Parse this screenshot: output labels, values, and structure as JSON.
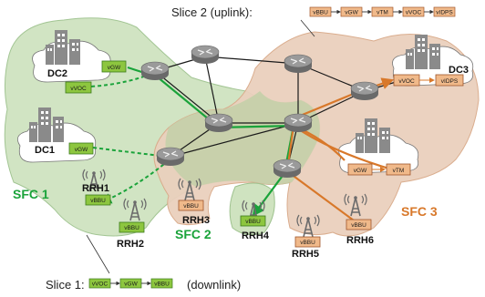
{
  "slice2": {
    "prefix": "Slice 2 (uplink):",
    "chain": [
      "vBBU",
      "vGW",
      "vTM",
      "vVOC",
      "vIDPS"
    ]
  },
  "slice1": {
    "prefix": "Slice 1:",
    "chain": [
      "vVOC",
      "vGW",
      "vBBU"
    ],
    "suffix": "(downlink)"
  },
  "datacenters": {
    "dc1": "DC1",
    "dc2": "DC2",
    "dc3": "DC3"
  },
  "rrh": {
    "rrh1": "RRH1",
    "rrh2": "RRH2",
    "rrh3": "RRH3",
    "rrh4": "RRH4",
    "rrh5": "RRH5",
    "rrh6": "RRH6"
  },
  "sfc": {
    "sfc1": "SFC 1",
    "sfc2": "SFC 2",
    "sfc3": "SFC 3"
  },
  "vnf": {
    "vgw": "vGW",
    "vvoc": "vVOC",
    "vbbu": "vBBU",
    "vtm": "vTM",
    "vidps": "vIDPS"
  },
  "colors": {
    "green": "#1aa33a",
    "orange": "#d8782a",
    "green_region": "#cfe3c0",
    "orange_region": "#ead0bd"
  }
}
